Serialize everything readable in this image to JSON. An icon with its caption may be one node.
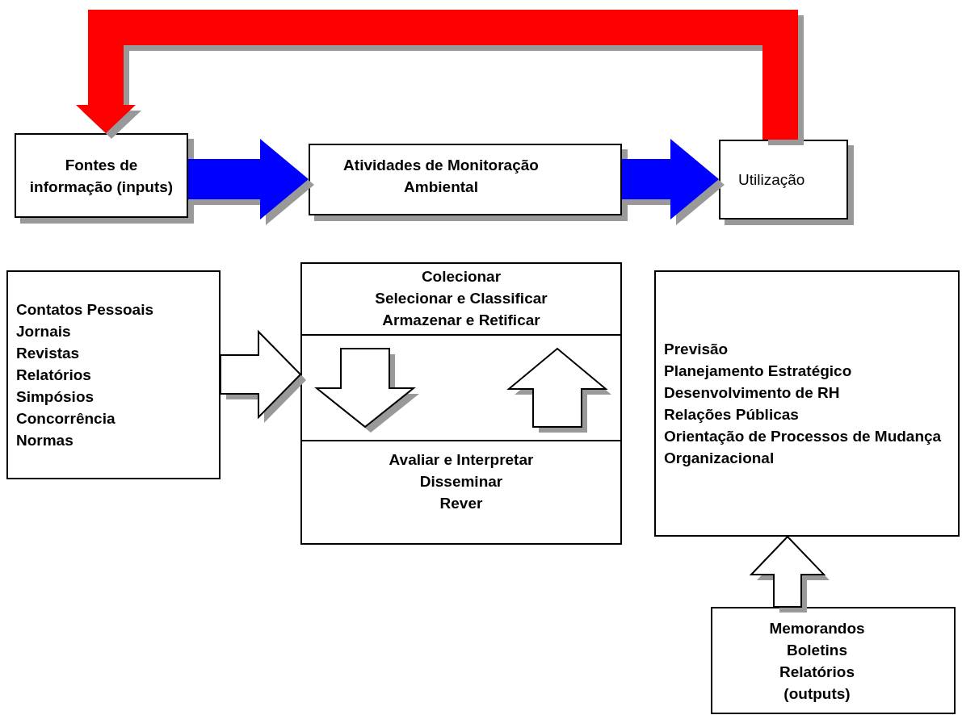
{
  "diagram": {
    "nodes": [
      {
        "text": [
          "Fontes de informação (inputs)"
        ]
      },
      {
        "text": [
          "Atividades de Monitoração Ambiental"
        ]
      },
      {
        "text": [
          "Utilização"
        ]
      },
      {
        "text": [
          "Contatos Pessoais",
          "Jornais",
          "Revistas",
          "Relatórios",
          "Simpósios",
          "Concorrência",
          "Normas"
        ]
      },
      {
        "text": [],
        "shape": "box"
      },
      {
        "text": [
          "Colecionar",
          "Selecionar e Classificar",
          "Armazenar e Retificar"
        ],
        "in": 4
      },
      {
        "text": [
          "Avaliar e Interpretar",
          "Disseminar",
          "Rever"
        ],
        "in": 4
      },
      {
        "text": [
          "Previsão",
          "Planejamento Estratégico",
          "Desenvolvimento de RH",
          "Relações Públicas",
          "Orientação de Processos de Mudança Organizacional"
        ]
      },
      {
        "text": [
          "Memorandos",
          "Boletins",
          "Relatórios",
          "(outputs)"
        ]
      }
    ],
    "edges": [
      {
        "from": 2,
        "to": 0,
        "arrow": "to",
        "style": "thick",
        "color": "#ff0000"
      },
      {
        "from": 0,
        "to": 1,
        "arrow": "to",
        "style": "thick",
        "color": "#0000ff"
      },
      {
        "from": 1,
        "to": 2,
        "arrow": "to",
        "style": "thick",
        "color": "#0000ff"
      },
      {
        "from": 3,
        "to": 4,
        "arrow": "to"
      },
      {
        "from": 5,
        "to": 6,
        "arrow": "to"
      },
      {
        "from": 6,
        "to": 5,
        "arrow": "to"
      },
      {
        "from": 8,
        "to": 7,
        "arrow": "to"
      }
    ]
  }
}
